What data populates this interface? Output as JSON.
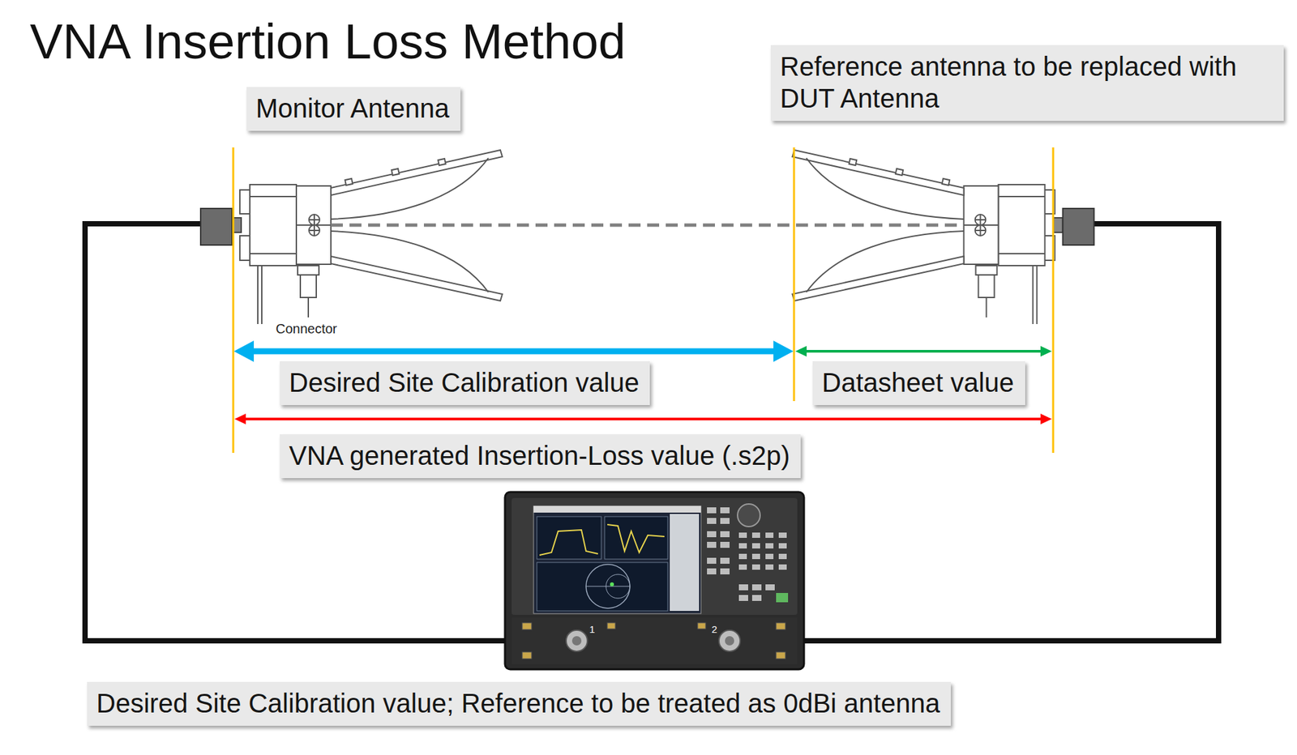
{
  "diagram": {
    "title": "VNA Insertion Loss Method",
    "nodes": [
      {
        "text": [
          "Monitor Antenna"
        ]
      },
      {
        "text": [
          "Reference antenna to be replaced with DUT Antenna"
        ]
      },
      {
        "text": [
          "Desired Site Calibration value"
        ]
      },
      {
        "text": [
          "Datasheet value"
        ]
      },
      {
        "text": [
          "VNA generated Insertion-Loss value (.s2p)"
        ]
      },
      {
        "text": [
          "Desired Site Calibration value; Reference to be treated as 0dBi antenna"
        ]
      }
    ],
    "labels": [
      "Connector",
      "1",
      "2"
    ]
  }
}
